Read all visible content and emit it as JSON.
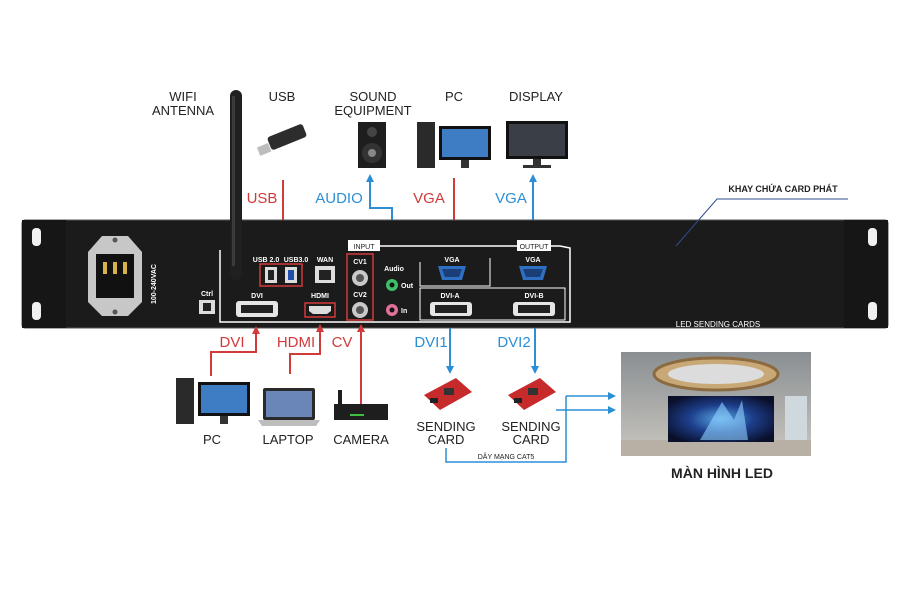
{
  "top_devices": {
    "wifi_line1": "WIFI",
    "wifi_line2": "ANTENNA",
    "usb": "USB",
    "sound_line1": "SOUND",
    "sound_line2": "EQUIPMENT",
    "pc": "PC",
    "display": "DISPLAY"
  },
  "top_signals": {
    "usb": "USB",
    "audio": "AUDIO",
    "vga_in": "VGA",
    "vga_out": "VGA"
  },
  "panel": {
    "voltage": "100-240VAC",
    "ctrl": "Ctrl",
    "dvi": "DVI",
    "usb20": "USB 2.0",
    "usb30": "USB3.0",
    "wan": "WAN",
    "hdmi": "HDMI",
    "input": "INPUT",
    "cv1": "CV1",
    "cv2": "CV2",
    "audio": "Audio",
    "out": "Out",
    "in": "In",
    "vga": "VGA",
    "output": "OUTPUT",
    "vga_out": "VGA",
    "dvi_a": "DVI-A",
    "dvi_b": "DVI-B",
    "sending_cards": "LED SENDING CARDS"
  },
  "tray_label": "KHAY CHỨA CARD PHÁT",
  "bottom_signals": {
    "dvi": "DVI",
    "hdmi": "HDMI",
    "cv": "CV",
    "dvi1": "DVI1",
    "dvi2": "DVI2"
  },
  "bottom_devices": {
    "pc": "PC",
    "laptop": "LAPTOP",
    "camera": "CAMERA",
    "card1_line1": "SENDING",
    "card1_line2": "CARD",
    "card2_line1": "SENDING",
    "card2_line2": "CARD",
    "cable": "DÂY MẠNG CAT5"
  },
  "screen_title": "MÀN HÌNH LED",
  "colors": {
    "input_arrow": "#d23a3a",
    "output_arrow": "#2b8fd6",
    "panel": "#1b1b1b"
  }
}
